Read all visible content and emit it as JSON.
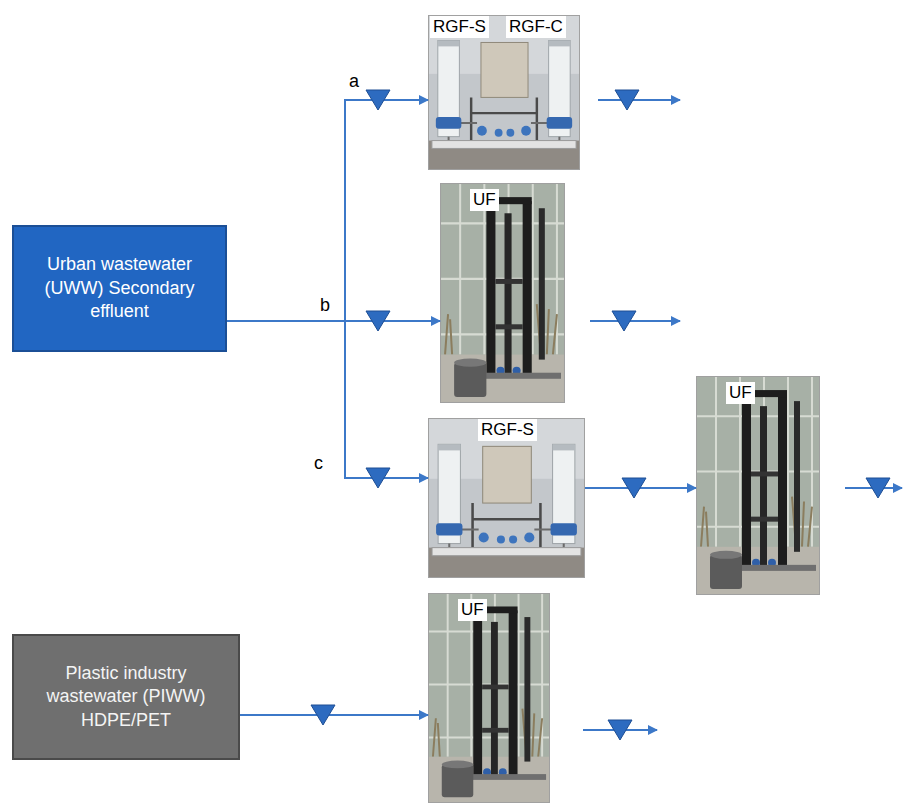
{
  "diagram": {
    "nodes": [
      {
        "text": [
          "Urban wastewater (UWW) Secondary effluent"
        ]
      },
      {
        "text": [
          "RGF-S",
          "RGF-C"
        ]
      },
      {
        "text": [
          "UF"
        ]
      },
      {
        "text": [
          "RGF-S"
        ]
      },
      {
        "text": [
          "UF"
        ]
      },
      {
        "text": [
          "Plastic industry wastewater (PIWW) HDPE/PET"
        ]
      },
      {
        "text": [
          "UF"
        ]
      }
    ],
    "edges": [
      {
        "from": 0,
        "to": 1,
        "label": "a",
        "arrow": "to"
      },
      {
        "from": 0,
        "to": 2,
        "label": "b",
        "arrow": "to"
      },
      {
        "from": 0,
        "to": 3,
        "label": "c",
        "arrow": "to"
      },
      {
        "from": 3,
        "to": 4,
        "arrow": "to"
      },
      {
        "from": 5,
        "to": 6,
        "arrow": "to"
      }
    ]
  }
}
